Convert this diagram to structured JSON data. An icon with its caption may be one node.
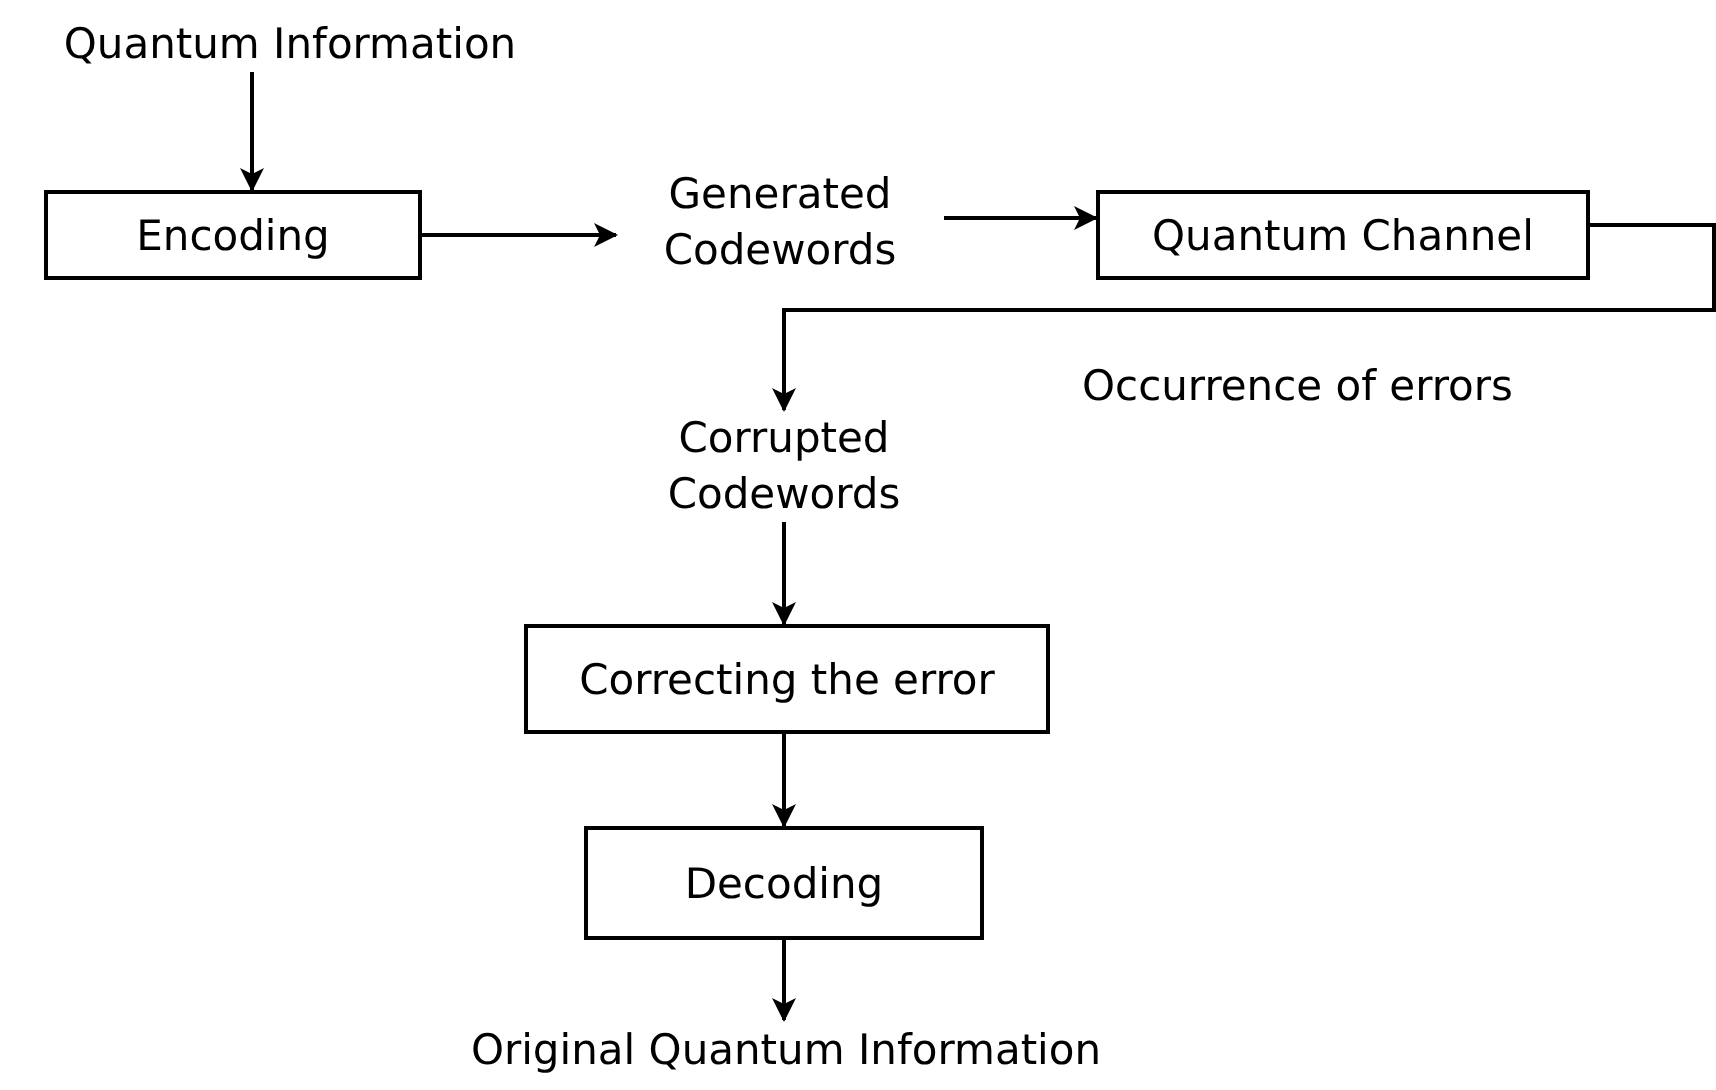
{
  "diagram": {
    "nodes": [
      {
        "text": [
          "Quantum Information"
        ]
      },
      {
        "text": [
          "Encoding"
        ]
      },
      {
        "text": [
          "Generated Codewords"
        ]
      },
      {
        "text": [
          "Quantum Channel"
        ]
      },
      {
        "text": [
          "Corrupted Codewords"
        ]
      },
      {
        "text": [
          "Correcting the error"
        ]
      },
      {
        "text": [
          "Decoding"
        ]
      },
      {
        "text": [
          "Original Quantum Information"
        ]
      }
    ],
    "edges": [
      {
        "from": 0,
        "to": 1,
        "arrow": "to"
      },
      {
        "from": 1,
        "to": 2,
        "arrow": "to"
      },
      {
        "from": 2,
        "to": 3,
        "arrow": "to"
      },
      {
        "from": 3,
        "to": 4,
        "arrow": "to",
        "label": "Occurrence of errors"
      },
      {
        "from": 4,
        "to": 5,
        "arrow": "to"
      },
      {
        "from": 5,
        "to": 6,
        "arrow": "to"
      },
      {
        "from": 6,
        "to": 7,
        "arrow": "to"
      }
    ]
  }
}
